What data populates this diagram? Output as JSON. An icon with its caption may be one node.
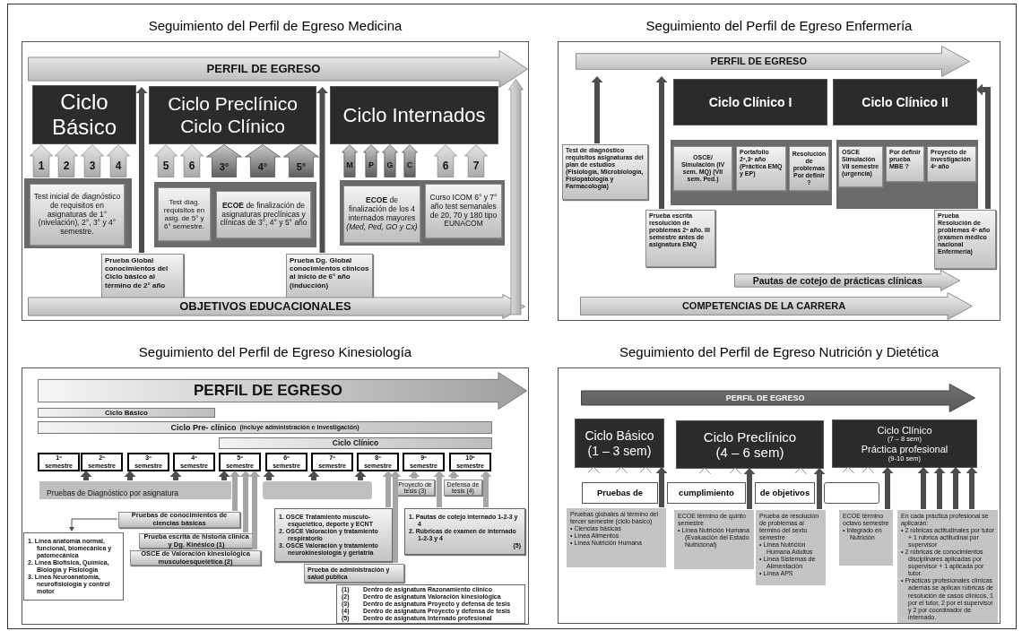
{
  "diagram": {
    "nodes": [
      {
        "text": [
          "Seguimiento del Perfil de Egreso Medicina"
        ]
      },
      {
        "text": [
          "PERFIL DE EGRESO"
        ],
        "in": 0
      },
      {
        "text": [
          "Ciclo Básico"
        ],
        "in": 0
      },
      {
        "text": [
          "Ciclo Preclínico",
          "Ciclo Clínico"
        ],
        "in": 0
      },
      {
        "text": [
          "Ciclo Internados"
        ],
        "in": 0
      },
      {
        "text": [
          "1"
        ],
        "in": 0
      },
      {
        "text": [
          "2"
        ],
        "in": 0
      },
      {
        "text": [
          "3"
        ],
        "in": 0
      },
      {
        "text": [
          "4"
        ],
        "in": 0
      },
      {
        "text": [
          "5"
        ],
        "in": 0
      },
      {
        "text": [
          "6"
        ],
        "in": 0
      },
      {
        "text": [
          "3°"
        ],
        "in": 0
      },
      {
        "text": [
          "4°"
        ],
        "in": 0
      },
      {
        "text": [
          "5°"
        ],
        "in": 0
      },
      {
        "text": [
          "M"
        ],
        "in": 0
      },
      {
        "text": [
          "P"
        ],
        "in": 0
      },
      {
        "text": [
          "G"
        ],
        "in": 0
      },
      {
        "text": [
          "C"
        ],
        "in": 0
      },
      {
        "text": [
          "6"
        ],
        "in": 0
      },
      {
        "text": [
          "7"
        ],
        "in": 0
      },
      {
        "text": [],
        "shape": "box",
        "in": 0
      },
      {
        "text": [
          "Test inicial de diagnóstico de requisitos en asignaturas de 1° (nivelación), 2°, 3° y 4° semestre."
        ],
        "in": 20
      },
      {
        "text": [],
        "shape": "box",
        "in": 0
      },
      {
        "text": [
          "Test diag. requisitos en asig. de 5° y 6° semestre."
        ],
        "in": 22
      },
      {
        "text": [
          "**ECOE** de finalización de asignaturas preclínicas y clínicas de 3°, 4° y 5° año"
        ],
        "in": 22
      },
      {
        "text": [],
        "shape": "box",
        "in": 0
      },
      {
        "text": [
          "**ECOE** de finalización de los 4 internados mayores *(Med, Ped, GO y Cx)*"
        ],
        "in": 25
      },
      {
        "text": [
          "Curso ICOM 6° y 7° año test semanales de 20, 70 y 180 tipo EUNACOM"
        ],
        "in": 25
      },
      {
        "text": [
          "Prueba Global conocimientos del Ciclo básico al término de 2° año"
        ],
        "in": 0
      },
      {
        "text": [
          "Prueba Dg. Global conocimientos clínicos al inicio de 6° año (inducción)"
        ],
        "in": 0
      },
      {
        "text": [
          "OBJETIVOS EDUCACIONALES"
        ],
        "in": 0
      },
      {
        "text": [
          "Seguimiento del Perfil de Egreso Enfermería"
        ]
      },
      {
        "text": [
          "PERFIL DE EGRESO"
        ],
        "in": 31
      },
      {
        "text": [
          "Ciclo Clínico I"
        ],
        "in": 31
      },
      {
        "text": [
          "Ciclo Clínico II"
        ],
        "in": 31
      },
      {
        "text": [
          "Test de diagnóstico requisitos asignaturas del plan de estudios (Fisiología, Microbiología, Fisiopatología y Farmacología)"
        ],
        "in": 31
      },
      {
        "text": [],
        "shape": "box",
        "in": 31
      },
      {
        "text": [
          "OSCE/ Simulación (IV sem. MQ) (VII sem. Ped.)"
        ],
        "in": 36
      },
      {
        "text": [
          "Portafolio 2º,3º año (Práctica EMQ y EP)"
        ],
        "in": 36
      },
      {
        "text": [
          "Resolución de problemas Por definir ?"
        ],
        "in": 36
      },
      {
        "text": [],
        "shape": "box",
        "in": 31
      },
      {
        "text": [
          "OSCE Simulación VII semestre (urgencia)"
        ],
        "in": 40
      },
      {
        "text": [
          "Por definir prueba MBE ?"
        ],
        "in": 40
      },
      {
        "text": [
          "Proyecto de investigación 4º año"
        ],
        "in": 40
      },
      {
        "text": [
          "Prueba escrita resolución de problemas 2º año. III semestre antes de asignatura EMQ"
        ],
        "in": 31
      },
      {
        "text": [
          "Prueba Resolución de problemas 4º año (examen médico nacional Enfermería)"
        ],
        "in": 31
      },
      {
        "text": [
          "Pautas de cotejo de prácticas clínicas"
        ],
        "in": 31
      },
      {
        "text": [
          "COMPETENCIAS DE LA CARRERA"
        ],
        "in": 31
      },
      {
        "text": [
          "Seguimiento del Perfil de Egreso Kinesiología"
        ]
      },
      {
        "text": [
          "PERFIL DE EGRESO"
        ],
        "in": 48
      },
      {
        "text": [
          "Ciclo Básico"
        ],
        "in": 48
      },
      {
        "text": [
          "Ciclo Pre- clínico",
          "(incluye administración e investigación)"
        ],
        "in": 48
      },
      {
        "text": [
          "Ciclo Clínico"
        ],
        "in": 48
      },
      {
        "text": [
          "1º semestre"
        ],
        "in": 48
      },
      {
        "text": [
          "2º semestre"
        ],
        "in": 48
      },
      {
        "text": [
          "3º semestre"
        ],
        "in": 48
      },
      {
        "text": [
          "4º semestre"
        ],
        "in": 48
      },
      {
        "text": [
          "5º semestre"
        ],
        "in": 48
      },
      {
        "text": [
          "6º semestre"
        ],
        "in": 48
      },
      {
        "text": [
          "7º semestre"
        ],
        "in": 48
      },
      {
        "text": [
          "8º semestre"
        ],
        "in": 48
      },
      {
        "text": [
          "9º semestre"
        ],
        "in": 48
      },
      {
        "text": [
          "10º semestre"
        ],
        "in": 48
      },
      {
        "text": [
          "Pruebas de Diagnóstico por asignatura"
        ],
        "in": 48
      },
      {
        "text": [],
        "shape": "bar",
        "in": 48
      },
      {
        "text": [
          "Proyecto de tesis (3)"
        ],
        "in": 48
      },
      {
        "text": [
          "Defensa de tesis (4)"
        ],
        "in": 48
      },
      {
        "text": [
          "Pruebas de conocimientos de ciencias básicas"
        ],
        "in": 48
      },
      {
        "text": [
          "Prueba escrita de historia clínica y Dg. Kinésico (1)"
        ],
        "in": 48
      },
      {
        "text": [
          "OSCE de Valoración kinesiológica musculoesquelética (2)"
        ],
        "in": 48
      },
      {
        "text": [
          "1. Línea anatomía normal, funcional, biomecánica y patomecánica",
          "2. Línea Biofísica, Química, Biología y Fisiología",
          "3. Línea Neuroanatomía, neurofisiología y control motor"
        ],
        "in": 48
      },
      {
        "text": [
          "1. OSCE Tratamiento musculo-esquelético, deporte y ECNT",
          "2. OSCE Valoración y tratamiento respiratorio",
          "3. OSCE Valoración y tratamiento neurokinesiología y geriatría"
        ],
        "in": 48
      },
      {
        "text": [
          "Prueba de administración y salud pública"
        ],
        "in": 48
      },
      {
        "text": [
          "1. Pautas de cotejo internado 1-2-3 y 4",
          "2. Rúbricas de examen de internado 1-2-3 y 4",
          "(5)"
        ],
        "in": 48
      },
      {
        "text": [
          "(1)",
          "Dentro de asignatura Razonamiento clínico",
          "(2)",
          "Dentro de asignatura Valoración kinesiológica",
          "(3)",
          "Dentro de asignatura Proyecto y defensa de tesis",
          "(4)",
          "Dentro de asignatura Proyecto y defensa de tesis",
          "(5)",
          "Dentro de asignatura Internado profesional"
        ],
        "in": 48
      },
      {
        "text": [
          "Seguimiento del Perfil de Egreso Nutrición y Dietética"
        ]
      },
      {
        "text": [
          "PERFIL DE EGRESO"
        ],
        "in": 75
      },
      {
        "text": [
          "Ciclo Básico",
          "(1 – 3 sem)"
        ],
        "in": 75
      },
      {
        "text": [
          "Ciclo Preclínico",
          "(4 – 6 sem)"
        ],
        "in": 75
      },
      {
        "text": [
          "Ciclo Clínico",
          "(7 – 8 sem)",
          "Práctica profesional",
          "(9-10 sem)"
        ],
        "in": 75
      },
      {
        "text": [
          "Pruebas de"
        ],
        "in": 75
      },
      {
        "text": [
          "cumplimiento"
        ],
        "in": 75
      },
      {
        "text": [
          "de objetivos"
        ],
        "in": 75
      },
      {
        "text": [],
        "shape": "bar",
        "in": 75
      },
      {
        "text": [
          "Pruebas globales al término del tercer semestre (ciclo básico)",
          "• Ciencias básicas",
          "• Línea Alimentos",
          "• Línea Nutrición Humana"
        ],
        "in": 75
      },
      {
        "text": [
          "ECOE término de quinto semestre",
          "• Línea Nutrición Humana (Evaluación del Estado Nutricional)"
        ],
        "in": 75
      },
      {
        "text": [
          "Prueba de resolución de problemas al término del sexto semestre",
          "• Línea Nutrición Humana Adultos",
          "• Línea Sistemas de Alimentación",
          "• Línea APS"
        ],
        "in": 75
      },
      {
        "text": [
          "ECOE término octavo semestre",
          "• Integrado en Nutrición"
        ],
        "in": 75
      },
      {
        "text": [
          "En cada práctica profesional se aplicarán:",
          "• 2 rúbricas actitudinales por tutor + 1 rúbrica actitudinal por supervisor",
          "• 2 rúbricas de conocimientos disciplinares aplicadas por supervisor + 1 aplicada por tutor.",
          "• Prácticas profesionales clínicas además se aplican rúbricas de resolución de casos clínicos, 1 por el tutor, 2 por el supervisor y 2 por coordinador de internado."
        ],
        "in": 75
      }
    ],
    "edges": [
      {
        "from": 28,
        "to": 1,
        "arrow": "to"
      },
      {
        "from": 29,
        "to": 1,
        "arrow": "to"
      },
      {
        "from": 35,
        "to": 32,
        "arrow": "to"
      },
      {
        "from": 44,
        "to": 32,
        "arrow": "to"
      },
      {
        "from": 45,
        "to": 34,
        "arrow": "to"
      },
      {
        "from": 63,
        "to": 54,
        "arrow": "to"
      },
      {
        "from": 63,
        "to": 55,
        "arrow": "to"
      },
      {
        "from": 63,
        "to": 56,
        "arrow": "to"
      },
      {
        "from": 63,
        "to": 57,
        "arrow": "to"
      },
      {
        "from": 64,
        "to": 58,
        "arrow": "to"
      },
      {
        "from": 64,
        "to": 59,
        "arrow": "to"
      },
      {
        "from": 64,
        "to": 60,
        "arrow": "to"
      },
      {
        "from": 67,
        "to": 57,
        "arrow": "to",
        "color": "#a6a6a6"
      },
      {
        "from": 68,
        "to": 57,
        "arrow": "to",
        "color": "#a6a6a6"
      },
      {
        "from": 69,
        "to": 57,
        "arrow": "to",
        "color": "#a6a6a6"
      },
      {
        "from": 71,
        "to": 60,
        "arrow": "to",
        "color": "#a6a6a6"
      },
      {
        "from": 72,
        "to": 60,
        "arrow": "to",
        "color": "#a6a6a6"
      },
      {
        "from": 65,
        "to": 61,
        "arrow": "to",
        "color": "#a6a6a6"
      },
      {
        "from": 73,
        "to": 61,
        "arrow": "to",
        "color": "#a6a6a6"
      },
      {
        "from": 66,
        "to": 62,
        "arrow": "to",
        "color": "#a6a6a6"
      },
      {
        "from": 73,
        "to": 62,
        "arrow": "to",
        "color": "#a6a6a6"
      },
      {
        "from": 67,
        "to": 70,
        "arrow": "to"
      },
      {
        "from": 80,
        "to": 77,
        "arrow": "to",
        "color": "#ffffff"
      },
      {
        "from": 80,
        "to": 77,
        "arrow": "to",
        "color": "#ffffff"
      },
      {
        "from": 80,
        "to": 77,
        "arrow": "to",
        "color": "#ffffff"
      },
      {
        "from": 81,
        "to": 78,
        "arrow": "to",
        "color": "#ffffff"
      },
      {
        "from": 81,
        "to": 78,
        "arrow": "to",
        "color": "#ffffff"
      },
      {
        "from": 82,
        "to": 78,
        "arrow": "to",
        "color": "#ffffff"
      },
      {
        "from": 83,
        "to": 79,
        "arrow": "to",
        "color": "#ffffff"
      },
      {
        "from": 83,
        "to": 79,
        "arrow": "to",
        "color": "#ffffff"
      },
      {
        "from": 84,
        "to": 77,
        "arrow": "to"
      },
      {
        "from": 85,
        "to": 78,
        "arrow": "to"
      },
      {
        "from": 86,
        "to": 78,
        "arrow": "to"
      },
      {
        "from": 87,
        "to": 79,
        "arrow": "to"
      },
      {
        "from": 88,
        "to": 79,
        "arrow": "to"
      },
      {
        "from": 88,
        "to": 79,
        "arrow": "to"
      },
      {
        "from": 88,
        "to": 79,
        "arrow": "to"
      },
      {
        "from": 88,
        "to": 79,
        "arrow": "to"
      }
    ]
  }
}
